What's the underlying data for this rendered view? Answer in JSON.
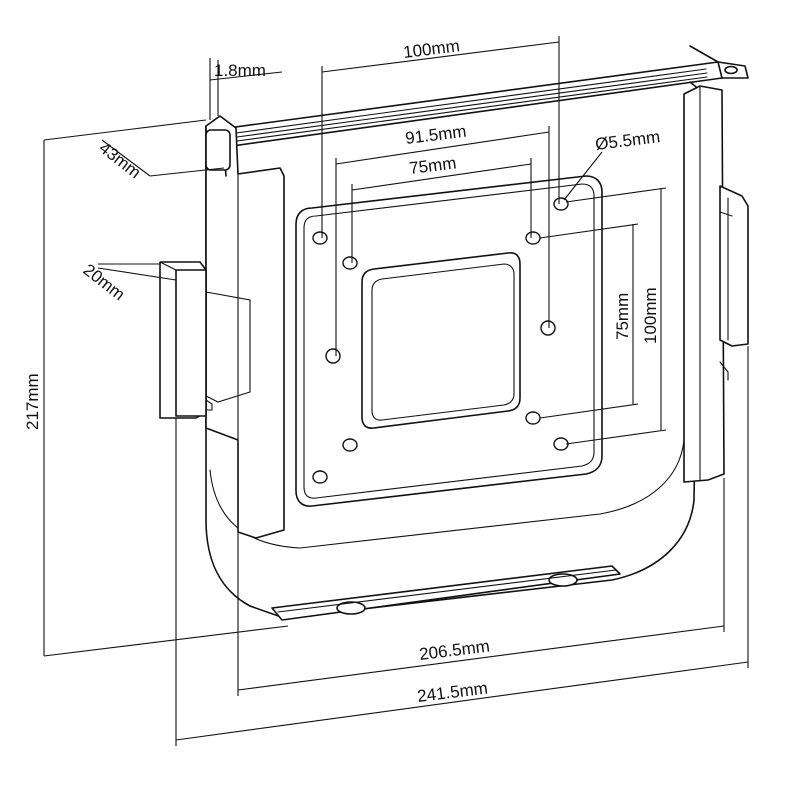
{
  "dimensions": {
    "thickness": "1.8mm",
    "depth": "43mm",
    "hook_width": "20mm",
    "height": "217mm",
    "hole_h_outer": "100mm",
    "hole_h_middle": "91.5mm",
    "hole_h_inner": "75mm",
    "hole_diameter": "Ø5.5mm",
    "hole_v_inner": "75mm",
    "hole_v_outer": "100mm",
    "inner_width": "206.5mm",
    "outer_width": "241.5mm"
  }
}
